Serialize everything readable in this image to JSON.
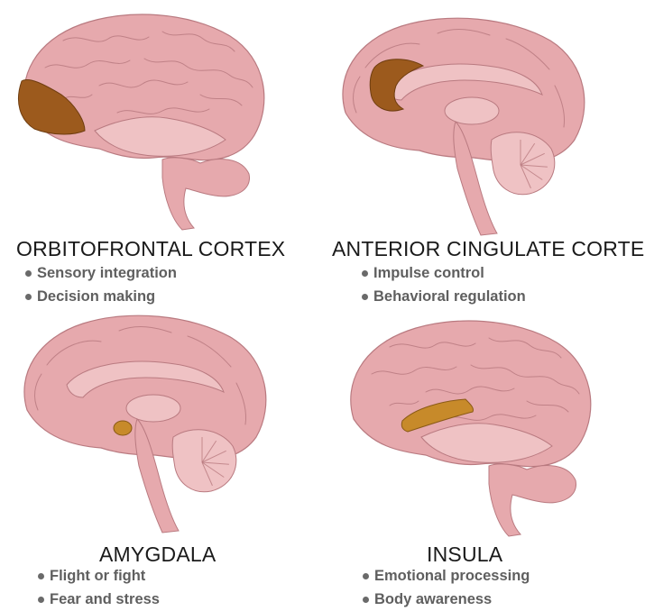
{
  "colors": {
    "brain_fill": "#e6a9ad",
    "brain_light": "#efc2c4",
    "brain_stroke": "#b97a80",
    "highlight": "#9c5a1d",
    "highlight_light": "#c78a2a",
    "bullet_text": "#5f5f5f",
    "title_text": "#1a1a1a"
  },
  "panels": [
    {
      "title": "ORBITOFRONTAL CORTEX",
      "view": "lateral",
      "bullets": [
        "Sensory integration",
        "Decision making"
      ]
    },
    {
      "title": "ANTERIOR CINGULATE CORTEX",
      "view": "medial",
      "bullets": [
        "Impulse control",
        "Behavioral regulation"
      ]
    },
    {
      "title": "AMYGDALA",
      "view": "medial",
      "bullets": [
        "Flight or fight",
        "Fear and stress"
      ]
    },
    {
      "title": "INSULA",
      "view": "lateral",
      "bullets": [
        "Emotional processing",
        "Body awareness"
      ]
    }
  ]
}
